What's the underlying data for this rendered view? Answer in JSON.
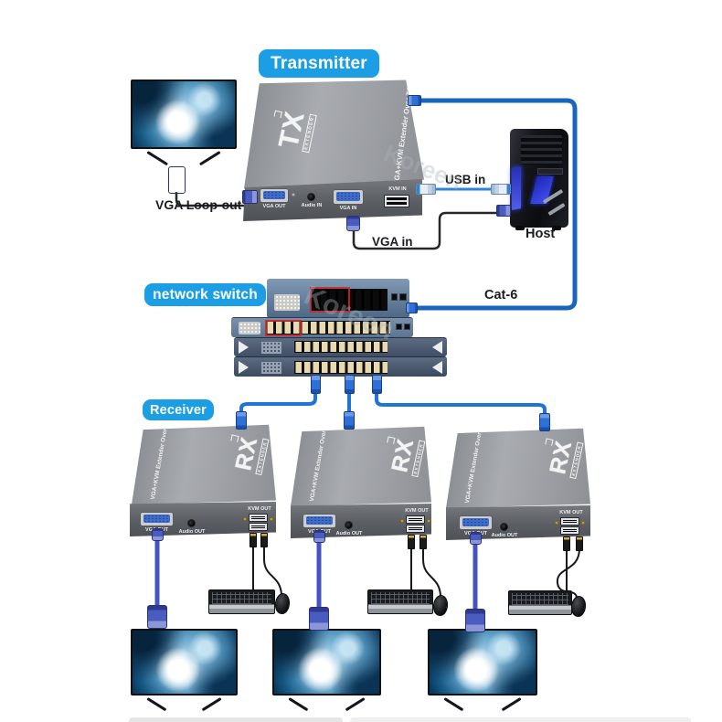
{
  "badges": {
    "transmitter": "Transmitter",
    "network_switch": "network switch",
    "receiver": "Receiver"
  },
  "annotations": {
    "vga_loop_out": "VGA Loop-out",
    "usb_in": "USB in",
    "vga_in": "VGA in",
    "host": "Host",
    "cat6": "Cat-6"
  },
  "transmitter": {
    "logo": "TX",
    "logo_sub": "EXTENDER",
    "side_text": "VGA+KVM Extender Over TCP/IP",
    "ports": {
      "vga_out": "VGA OUT",
      "audio_in": "Audio IN",
      "vga_in": "VGA IN",
      "kvm_in": "KVM IN"
    }
  },
  "receivers": [
    {
      "logo": "RX",
      "logo_sub": "EXTENDER",
      "side_text": "VGA+KVM Extender Over TCP/IP",
      "ports": {
        "vga_out": "VGA OUT",
        "audio_out": "Audio OUT",
        "kvm_out": "KVM OUT"
      }
    },
    {
      "logo": "RX",
      "logo_sub": "EXTENDER",
      "side_text": "VGA+KVM Extender Over TCP/IP",
      "ports": {
        "vga_out": "VGA OUT",
        "audio_out": "Audio OUT",
        "kvm_out": "KVM OUT"
      }
    },
    {
      "logo": "RX",
      "logo_sub": "EXTENDER",
      "side_text": "VGA+KVM Extender Over TCP/IP",
      "ports": {
        "vga_out": "VGA OUT",
        "audio_out": "Audio OUT",
        "kvm_out": "KVM OUT"
      }
    }
  ],
  "watermark": "Koreen",
  "colors": {
    "badge_blue": "#1B9EE4",
    "cat6_cable": "#1866BC",
    "ethernet_cable": "#1F74D4",
    "usb_cable": "#2D85D8",
    "vga_cable": "#4353C2",
    "vga_plug": "#4A5CC0",
    "device_top_gray": "#9A9DA2",
    "device_front_gray": "#5B5E63",
    "switch_blue": "#64809C",
    "port_beige": "#E8D9AE"
  }
}
